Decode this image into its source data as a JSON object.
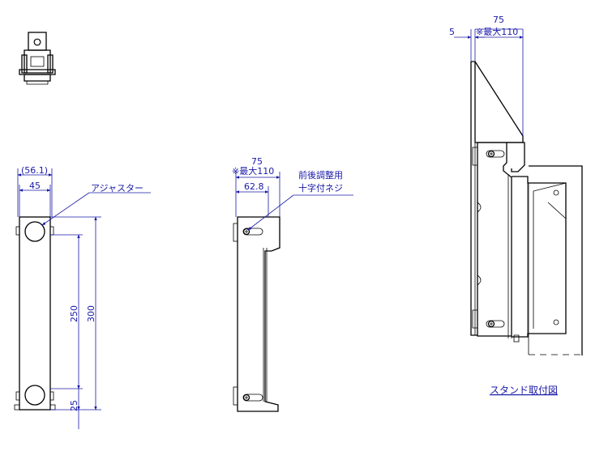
{
  "front": {
    "dim_56": "(56.1)",
    "dim_45": "45",
    "dim_250": "250",
    "dim_300": "300",
    "dim_25": "25",
    "callout_adjuster": "アジャスター"
  },
  "side": {
    "dim_75": "75",
    "dim_max110": "※最大110",
    "dim_628": "62.8",
    "callout_line1": "前後調整用",
    "callout_line2": "十字付ネジ"
  },
  "stand": {
    "dim_75": "75",
    "dim_5": "5",
    "dim_max110": "※最大110",
    "link": "スタンド取付図"
  }
}
